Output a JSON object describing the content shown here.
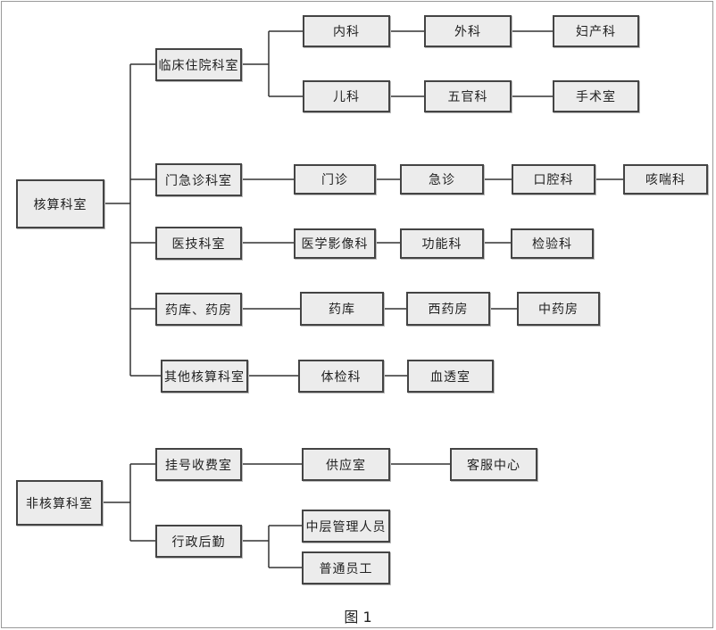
{
  "caption": "图 1",
  "roots": {
    "accounting": "核算科室",
    "non_accounting": "非核算科室"
  },
  "groups": {
    "inpatient": "临床住院科室",
    "outpatient_emergency": "门急诊科室",
    "medical_tech": "医技科室",
    "pharmacy": "药库、药房",
    "other_accounting": "其他核算科室",
    "registration_billing": "挂号收费室",
    "admin_logistics": "行政后勤"
  },
  "departments": {
    "internal_medicine": "内科",
    "surgery": "外科",
    "obgyn": "妇产科",
    "pediatrics": "儿科",
    "ent_ophthalmology": "五官科",
    "operating_room": "手术室",
    "outpatient": "门诊",
    "emergency": "急诊",
    "stomatology": "口腔科",
    "respiratory": "咳喘科",
    "medical_imaging": "医学影像科",
    "functional_dept": "功能科",
    "laboratory": "检验科",
    "drug_storage": "药库",
    "western_pharmacy": "西药房",
    "chinese_pharmacy": "中药房",
    "physical_exam": "体检科",
    "dialysis": "血透室",
    "supply_room": "供应室",
    "customer_service": "客服中心",
    "middle_management": "中层管理人员",
    "regular_staff": "普通员工"
  }
}
